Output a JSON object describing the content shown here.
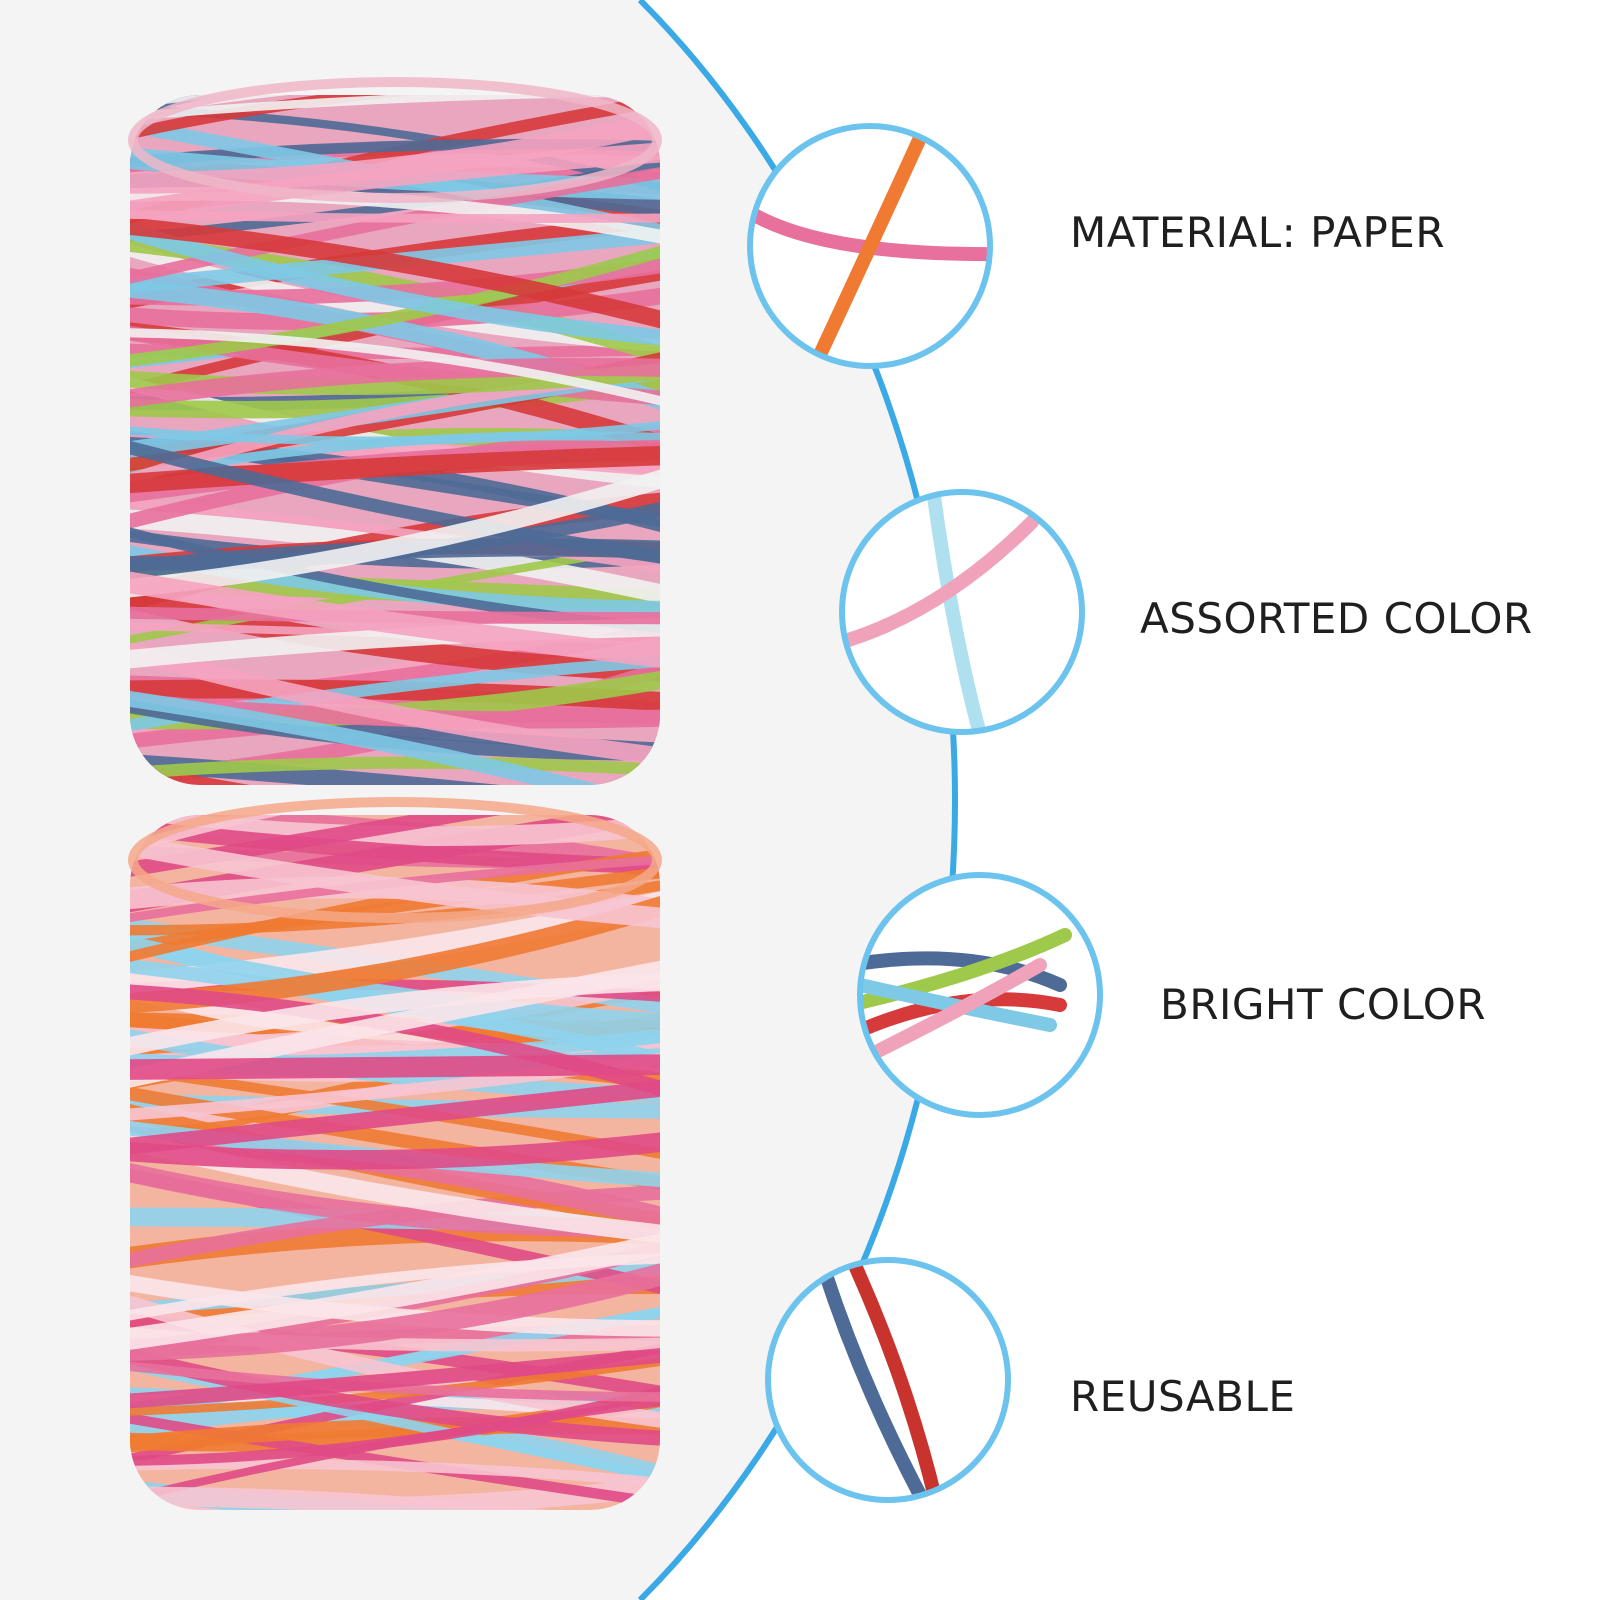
{
  "colors": {
    "left_panel_bg": "#f4f4f4",
    "right_panel_bg": "#ffffff",
    "divider_arc": "#3aa9e6",
    "circle_ring": "#6cc4ee",
    "label_text": "#1f1f1f"
  },
  "spools": [
    {
      "name": "multicolor-spool-blue-red-green",
      "strand_colors": [
        "#e8709c",
        "#d63a3a",
        "#4e6a96",
        "#7ec9e6",
        "#f2f2f2",
        "#9fc94a",
        "#f5a3c0"
      ]
    },
    {
      "name": "multicolor-spool-orange-pink-blue",
      "strand_colors": [
        "#f07a32",
        "#e8709c",
        "#8fd3ec",
        "#f7c4d2",
        "#fbe6ea",
        "#e04a86"
      ]
    }
  ],
  "features": [
    {
      "label": "MATERIAL: PAPER",
      "strand_colors": [
        "#e8709c",
        "#f07a32"
      ]
    },
    {
      "label": "ASSORTED COLOR",
      "strand_colors": [
        "#aee0ef",
        "#f0a2bb"
      ]
    },
    {
      "label": "BRIGHT COLOR",
      "strand_colors": [
        "#4e6a96",
        "#d63a3a",
        "#9fc94a",
        "#7ec9e6",
        "#f0a2bb"
      ]
    },
    {
      "label": "REUSABLE",
      "strand_colors": [
        "#c9332e",
        "#4e6a96"
      ]
    }
  ]
}
